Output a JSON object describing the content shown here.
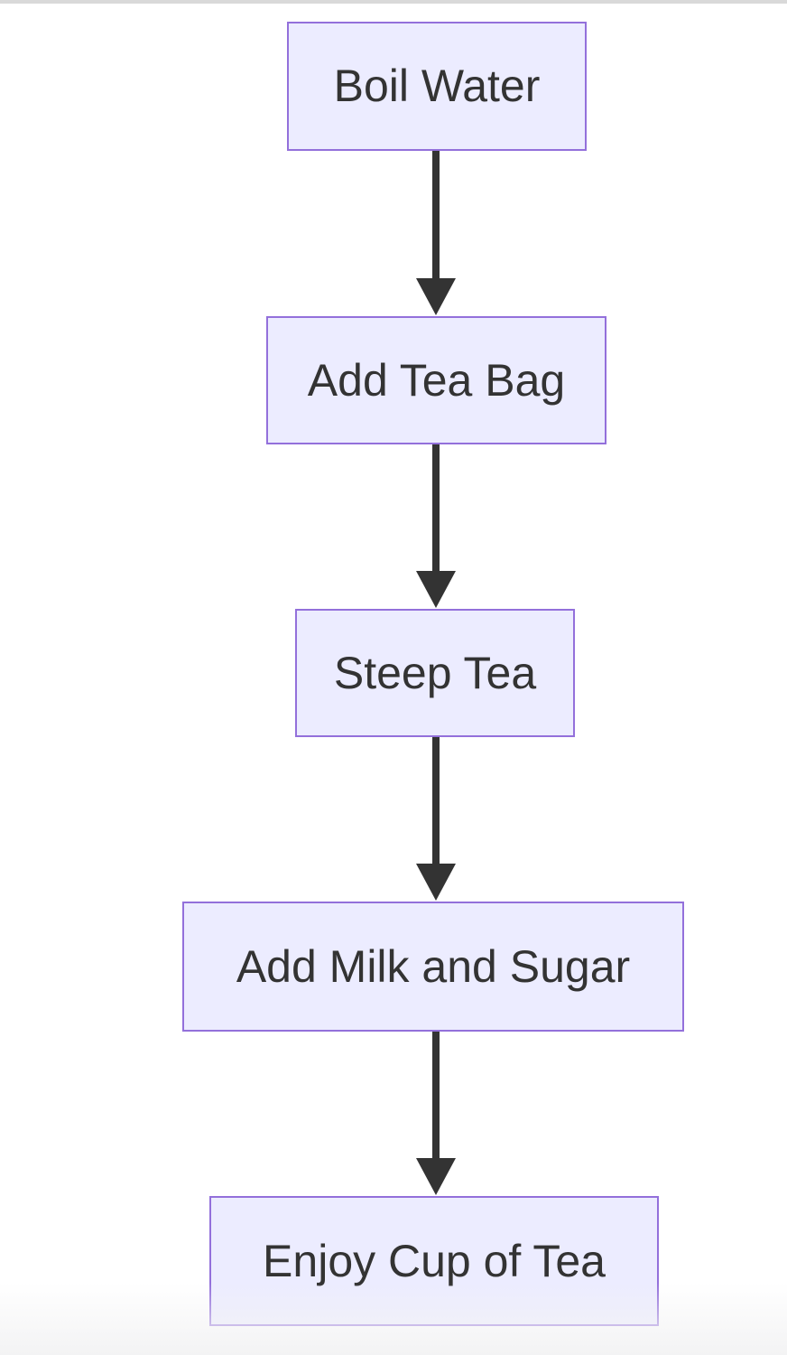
{
  "diagram": {
    "type": "flowchart",
    "direction": "top-down",
    "nodes": [
      {
        "label": "Boil Water"
      },
      {
        "label": "Add Tea Bag"
      },
      {
        "label": "Steep Tea"
      },
      {
        "label": "Add Milk and Sugar"
      },
      {
        "label": "Enjoy Cup of Tea"
      }
    ],
    "edges": [
      {
        "from": "Boil Water",
        "to": "Add Tea Bag"
      },
      {
        "from": "Add Tea Bag",
        "to": "Steep Tea"
      },
      {
        "from": "Steep Tea",
        "to": "Add Milk and Sugar"
      },
      {
        "from": "Add Milk and Sugar",
        "to": "Enjoy Cup of Tea"
      }
    ],
    "colors": {
      "node_fill": "#ECECFF",
      "node_border": "#9370DB",
      "node_text": "#333333",
      "arrow": "#333333",
      "background": "#FFFFFF"
    }
  }
}
